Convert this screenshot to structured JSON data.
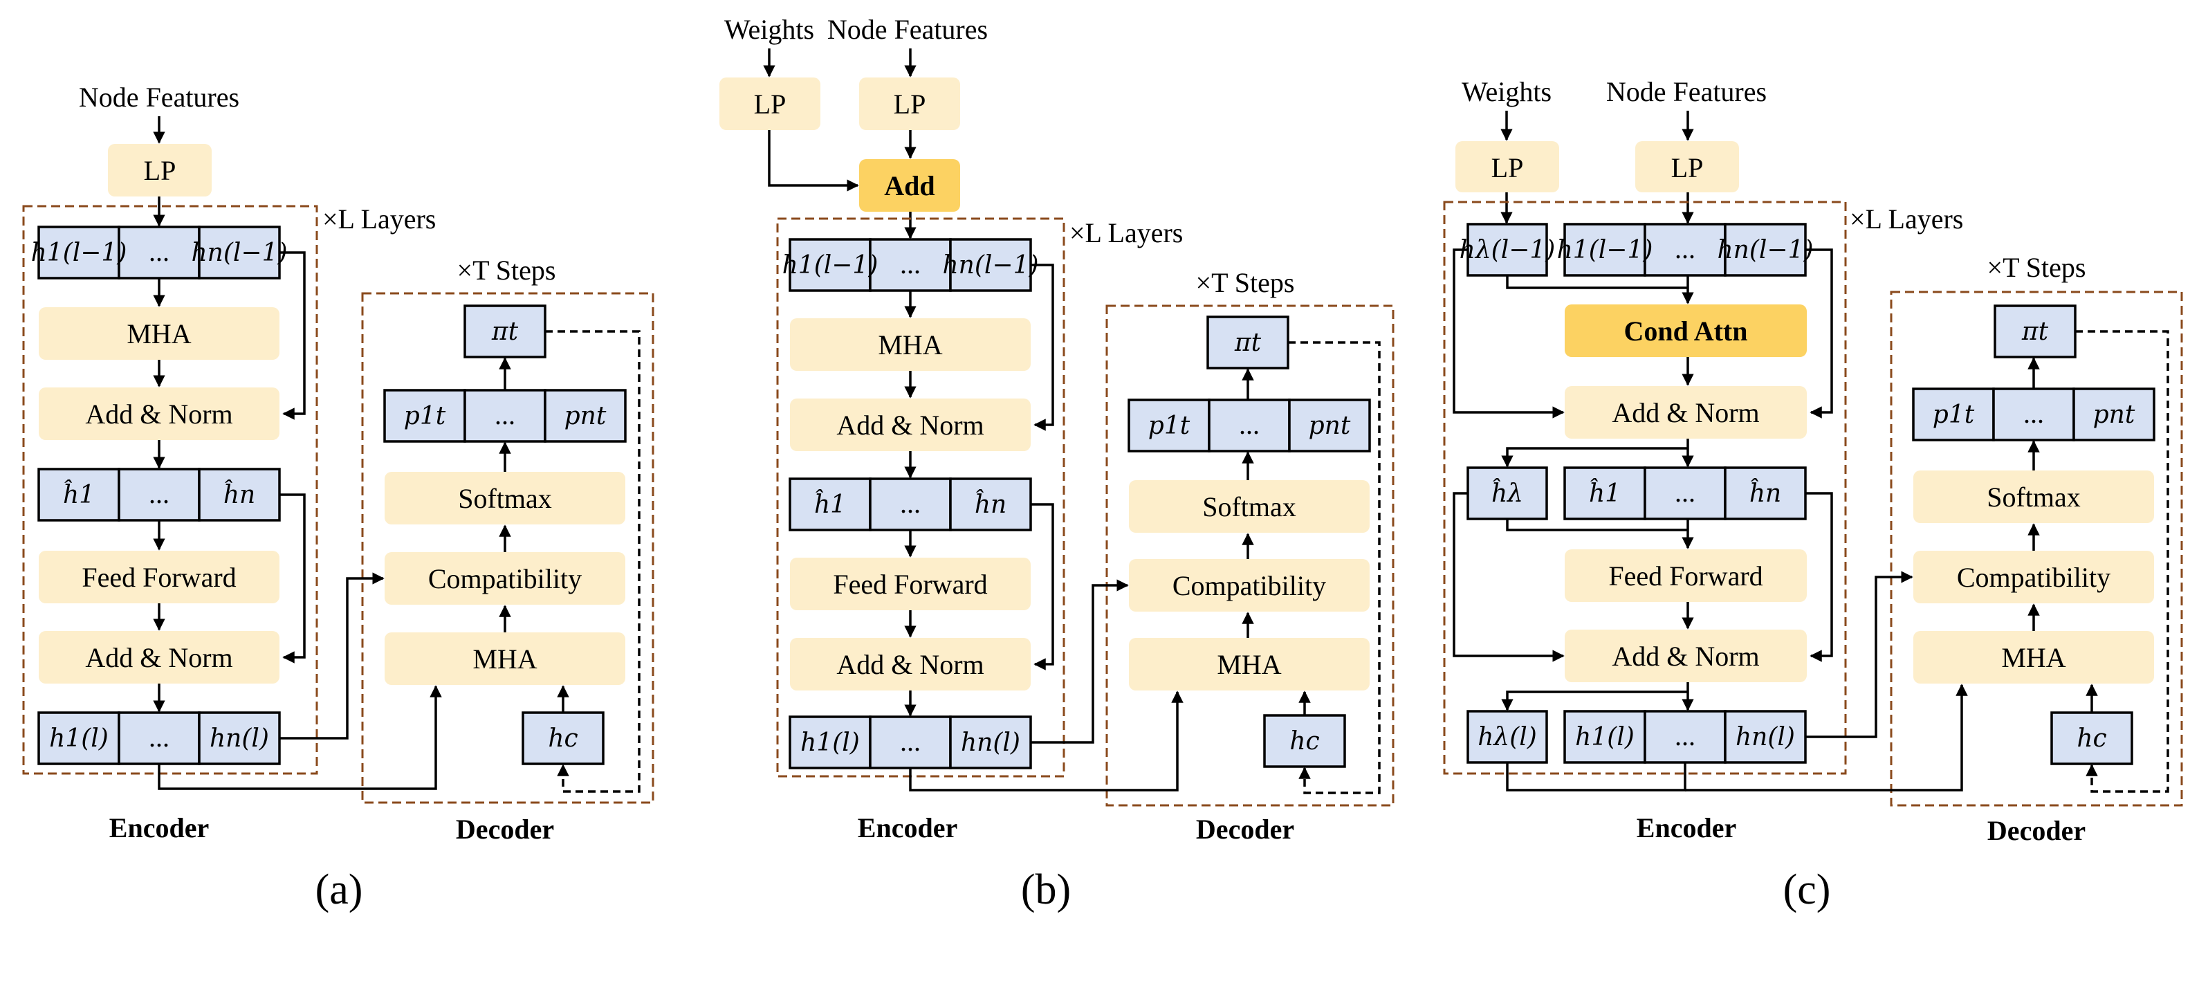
{
  "a": {
    "node_features": "Node Features",
    "lp": "LP",
    "layers": "×L Layers",
    "steps": "×T Steps",
    "mha": "MHA",
    "add_norm": "Add & Norm",
    "feed_forward": "Feed Forward",
    "softmax": "Softmax",
    "compatibility": "Compatibility",
    "encoder": "Encoder",
    "decoder": "Decoder",
    "caption": "(a)",
    "ellipsis": "...",
    "h1_prev": "h1(l−1)",
    "hn_prev": "hn(l−1)",
    "h1_hat": "ĥ1",
    "hn_hat": "ĥn",
    "h1_l": "h1(l)",
    "hn_l": "hn(l)",
    "pi_t": "πt",
    "p1_t": "p1t",
    "pn_t": "pnt",
    "h_c": "hc"
  },
  "b": {
    "weights": "Weights",
    "node_features": "Node Features",
    "lp": "LP",
    "add": "Add",
    "layers": "×L Layers",
    "steps": "×T Steps",
    "mha": "MHA",
    "add_norm": "Add & Norm",
    "feed_forward": "Feed Forward",
    "softmax": "Softmax",
    "compatibility": "Compatibility",
    "encoder": "Encoder",
    "decoder": "Decoder",
    "caption": "(b)",
    "ellipsis": "...",
    "h1_prev": "h1(l−1)",
    "hn_prev": "hn(l−1)",
    "h1_hat": "ĥ1",
    "hn_hat": "ĥn",
    "h1_l": "h1(l)",
    "hn_l": "hn(l)",
    "pi_t": "πt",
    "p1_t": "p1t",
    "pn_t": "pnt",
    "h_c": "hc"
  },
  "c": {
    "weights": "Weights",
    "node_features": "Node Features",
    "lp": "LP",
    "cond_attn": "Cond Attn",
    "layers": "×L Layers",
    "steps": "×T Steps",
    "mha": "MHA",
    "add_norm": "Add & Norm",
    "feed_forward": "Feed Forward",
    "softmax": "Softmax",
    "compatibility": "Compatibility",
    "encoder": "Encoder",
    "decoder": "Decoder",
    "caption": "(c)",
    "ellipsis": "...",
    "hl_prev": "hλ(l−1)",
    "h1_prev": "h1(l−1)",
    "hn_prev": "hn(l−1)",
    "hl_hat": "ĥλ",
    "h1_hat": "ĥ1",
    "hn_hat": "ĥn",
    "hl_l": "hλ(l)",
    "h1_l": "h1(l)",
    "hn_l": "hn(l)",
    "pi_t": "πt",
    "p1_t": "p1t",
    "pn_t": "pnt",
    "h_c": "hc"
  }
}
